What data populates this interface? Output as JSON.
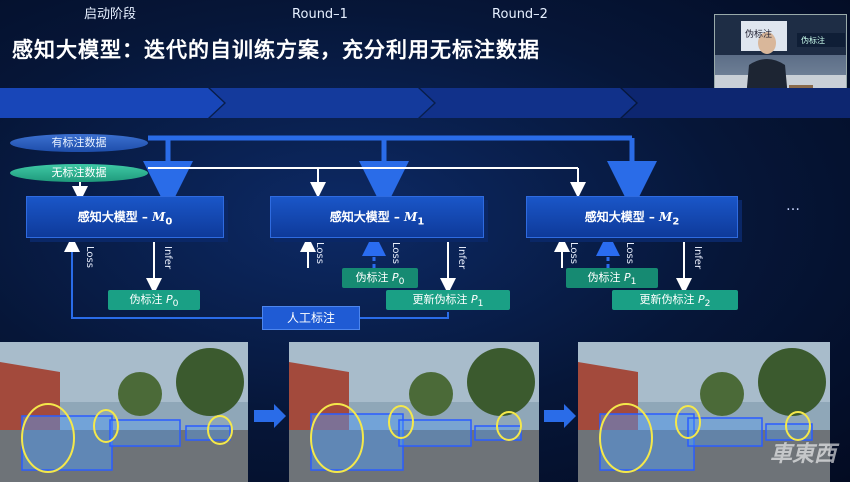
{
  "slide": {
    "title": "感知大模型：迭代的自训练方案，充分利用无标注数据"
  },
  "phases": [
    {
      "label": "启动阶段"
    },
    {
      "label": "Round–1"
    },
    {
      "label": "Round–2"
    }
  ],
  "datasets": {
    "labeled": "有标注数据",
    "unlabeled": "无标注数据"
  },
  "models": [
    {
      "prefix": "感知大模型 – ",
      "symbol": "M",
      "sub": "0"
    },
    {
      "prefix": "感知大模型 – ",
      "symbol": "M",
      "sub": "1"
    },
    {
      "prefix": "感知大模型 – ",
      "symbol": "M",
      "sub": "2"
    }
  ],
  "edges": {
    "loss": "Loss",
    "infer": "Infer"
  },
  "pseudo_labels": [
    {
      "text": "伪标注",
      "symbol": "P",
      "sub": "0"
    },
    {
      "text": "伪标注",
      "symbol": "P",
      "sub": "0"
    },
    {
      "text": "更新伪标注",
      "symbol": "P",
      "sub": "1"
    },
    {
      "text": "伪标注",
      "symbol": "P",
      "sub": "1"
    },
    {
      "text": "更新伪标注",
      "symbol": "P",
      "sub": "2"
    }
  ],
  "human_label": "人工标注",
  "ellipsis": "…",
  "speaker_screen": {
    "line1": "伪标注",
    "line2": "伪标注"
  },
  "watermark": "車東西",
  "colors": {
    "phase_bar": "#1440a8",
    "model_box": "#1a56c8",
    "pseudo_box": "#1aa085",
    "arrow": "#ffffff",
    "dashed_arrow": "#2a6cf0",
    "bbox": "#2a5cff",
    "highlight": "#f4e84a"
  }
}
